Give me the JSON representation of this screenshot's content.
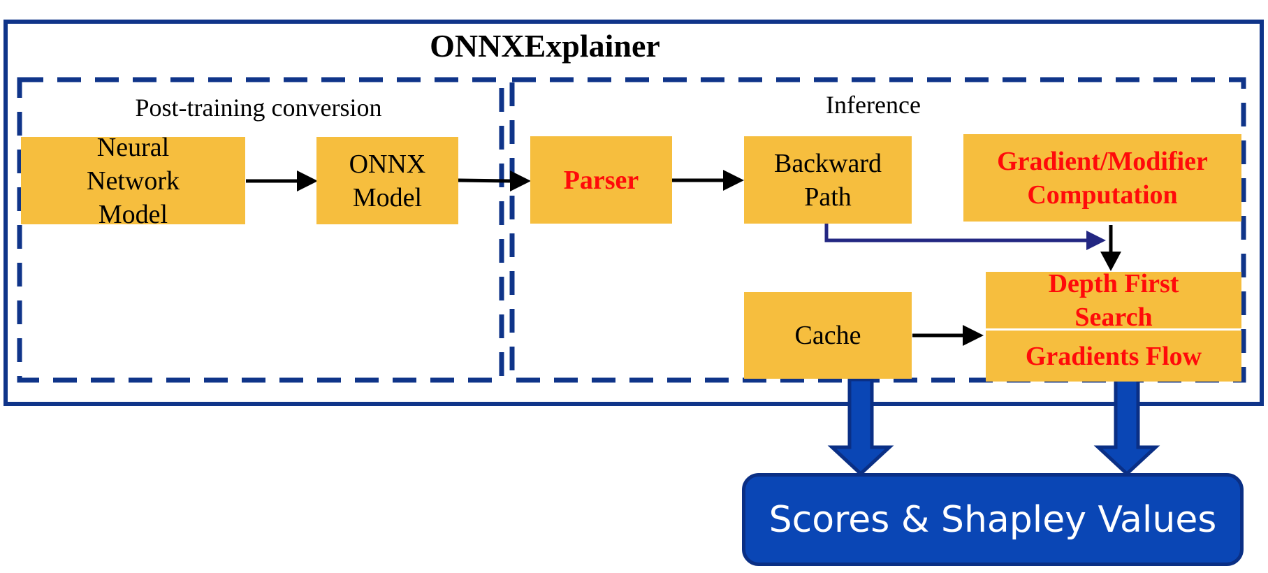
{
  "title": "ONNXExplainer",
  "sections": {
    "post_training": "Post-training conversion",
    "inference": "Inference"
  },
  "nodes": {
    "neural_network_model": "Neural\nNetwork\nModel",
    "onnx_model": "ONNX\nModel",
    "parser": "Parser",
    "backward_path": "Backward\nPath",
    "gradient_modifier": "Gradient/Modifier\nComputation",
    "cache": "Cache",
    "depth_first_search": "Depth First\nSearch",
    "gradients_flow": "Gradients Flow"
  },
  "output": "Scores & Shapley Values",
  "colors": {
    "frame_blue": "#0f3489",
    "box_fill": "#f6be3e",
    "highlight_text": "#ff0a0a",
    "output_fill": "#0a46b5",
    "path_arrow": "#232782"
  }
}
